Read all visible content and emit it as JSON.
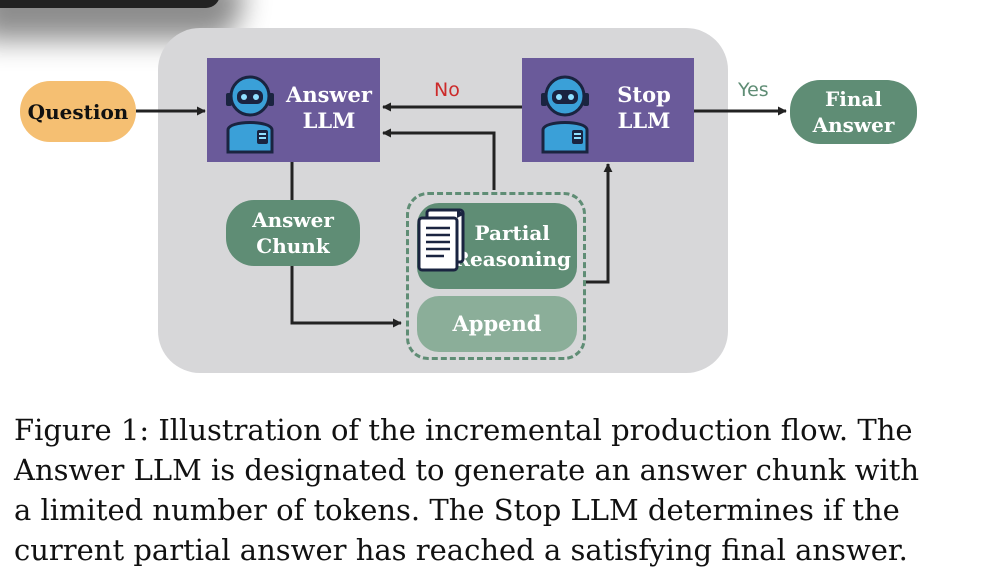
{
  "diagram": {
    "nodes": {
      "question": "Question",
      "answer_llm": [
        "Answer",
        "LLM"
      ],
      "stop_llm": [
        "Stop",
        "LLM"
      ],
      "final_answer": [
        "Final",
        "Answer"
      ],
      "answer_chunk": [
        "Answer",
        "Chunk"
      ],
      "partial_reasoning": [
        "Partial",
        "Reasoning"
      ],
      "append": "Append"
    },
    "edge_labels": {
      "no": "No",
      "yes": "Yes"
    },
    "icons": [
      "robot-icon",
      "robot-icon",
      "document-icon"
    ],
    "colors": {
      "llm_box": "#6a5a9a",
      "question": "#f5bf72",
      "green_node": "#5f8d75",
      "append": "#8bae99",
      "panel": "#d7d7d9",
      "no_label": "#cc2a2a",
      "yes_label": "#5f8d75"
    }
  },
  "caption": [
    "Figure 1: Illustration of the incremental production flow. The",
    "Answer LLM is designated to generate an answer chunk with",
    "a limited number of tokens. The Stop LLM determines if the",
    "current partial answer has reached a satisfying final answer."
  ]
}
